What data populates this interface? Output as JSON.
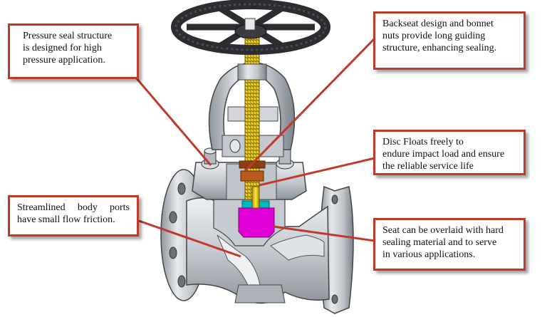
{
  "callouts": {
    "pressure_seal": {
      "lines": [
        "Pressure seal structure",
        "is designed for high",
        "pressure application."
      ]
    },
    "backseat": {
      "lines": [
        "Backseat design and bonnet",
        "nuts provide long guiding",
        "structure, enhancing sealing."
      ]
    },
    "disc": {
      "lines": [
        "Disc Floats freely to",
        "endure impact load and ensure",
        "the reliable service life"
      ]
    },
    "ports": {
      "lines": [
        "Streamlined body ports",
        "have small flow friction."
      ]
    },
    "seat": {
      "lines": [
        "Seat can be overlaid with hard",
        "sealing material and to serve",
        "in various applications."
      ]
    }
  },
  "colors": {
    "callout_border": "#c0392b",
    "leader_line": "#c0392b",
    "valve_body": "#cfd3d8",
    "handwheel": "#2b2d30",
    "stem": "#e2c200",
    "disc": "#e000d8",
    "seal": "#00b8c0",
    "packing": "#b85a1e"
  }
}
